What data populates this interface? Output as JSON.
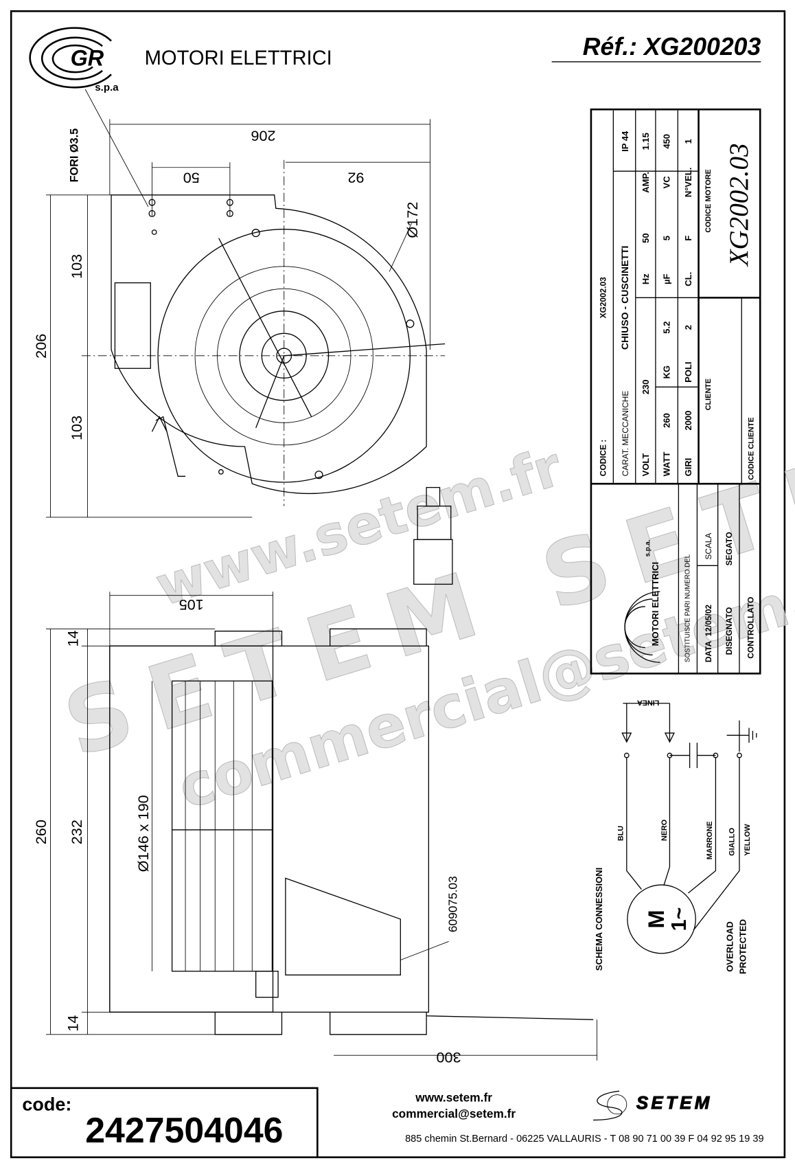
{
  "header": {
    "brand_text": "MOTORI ELETTRICI",
    "brand_logo_text": "GR s.p.a",
    "reference": "Réf.: XG200203"
  },
  "top_view": {
    "dims": {
      "width_total": "206",
      "holes_spacing": "50",
      "offset": "92",
      "diameter": "Ø172",
      "holes": "FORI Ø3.5",
      "height_total": "206",
      "half_top": "103",
      "half_bottom": "103"
    }
  },
  "side_view": {
    "dims": {
      "width": "105",
      "top": "14",
      "total_height": "260",
      "inner_height": "232",
      "bottom": "14",
      "wheel": "Ø146 x 190",
      "part_code": "609075.03",
      "cable_length": "300"
    }
  },
  "title_block": {
    "codice_label": "CODICE :",
    "codice_value": "XG2002.03",
    "carat_label": "CARAT. MECCANICHE",
    "carat_value": "CHIUSO - CUSCINETTI",
    "ip": "IP 44",
    "specs": [
      [
        {
          "k": "VOLT",
          "v": "230"
        },
        {
          "k": "Hz",
          "v": "50"
        },
        {
          "k": "AMP.",
          "v": "1.15"
        }
      ],
      [
        {
          "k": "WATT",
          "v": "260"
        },
        {
          "k": "KG",
          "v": "5.2"
        },
        {
          "k": "µF",
          "v": "5"
        },
        {
          "k": "VC",
          "v": "450"
        }
      ],
      [
        {
          "k": "GIRI",
          "v": "2000"
        },
        {
          "k": "POLI",
          "v": "2"
        },
        {
          "k": "CL.",
          "v": "F"
        },
        {
          "k": "N°VEL.",
          "v": "1"
        }
      ]
    ],
    "cliente_label": "CLIENTE",
    "codice_cliente_label": "CODICE CLIENTE",
    "codice_motore_label": "CODICE MOTORE",
    "codice_motore_value": "XG2002.03",
    "logo_brand": "MOTORI ELETTRICI",
    "logo_spa": "s.p.a.",
    "sostituisce": "SOSTITUISCE PARI NUMERO DEL",
    "data_label": "DATA",
    "data_value": "12/05/02",
    "scala_label": "SCALA",
    "disegnato_label": "DISEGNATO",
    "segato_value": "SEGATO",
    "controllato_label": "CONTROLLATO"
  },
  "wiring": {
    "title": "SCHEMA CONNESSIONI",
    "line_label": "LINEA",
    "wires": [
      "BLU",
      "NERO",
      "MARRONE",
      "GIALLO",
      "YELLOW"
    ],
    "motor": "M",
    "motor_phase": "1~",
    "overload": "OVERLOAD",
    "protected": "PROTECTED"
  },
  "watermark": {
    "url": "www.setem.fr",
    "brand": "SETEM SETEM",
    "email": "commercial@setem.fr"
  },
  "footer": {
    "code_label": "code:",
    "code_value": "2427504046",
    "website": "www.setem.fr",
    "email": "commercial@setem.fr",
    "address": "885 chemin St.Bernard  -  06225 VALLAURIS  -  T 08 90 71 00 39   F 04 92 95 19 39",
    "setem_logo_text": "SETEM"
  }
}
